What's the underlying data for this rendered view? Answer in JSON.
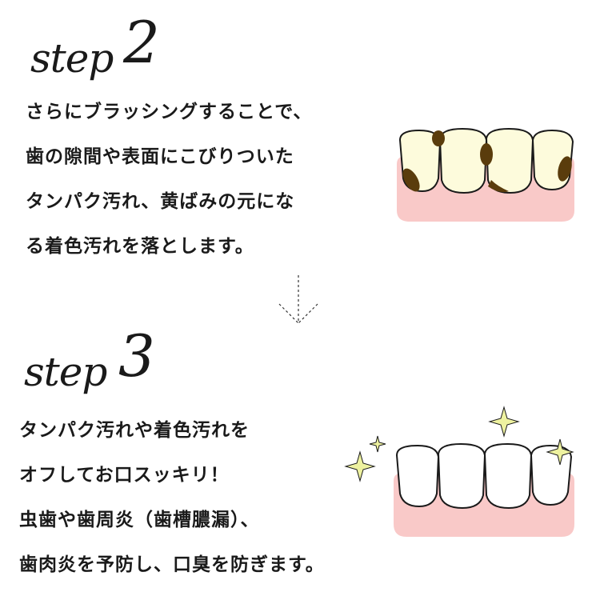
{
  "steps": [
    {
      "script_label": "step",
      "number": "2",
      "lines": [
        "さらにブラッシングすることで、",
        "歯の隙間や表面にこびりついた",
        "タンパク汚れ、黄ばみの元にな",
        "る着色汚れを落とします。"
      ],
      "illustration": "stained-teeth-icon"
    },
    {
      "script_label": "step",
      "number": "3",
      "lines": [
        "タンパク汚れや着色汚れを",
        "オフしてお口スッキリ！",
        "虫歯や歯周炎（歯槽膿漏）、",
        "歯肉炎を予防し、口臭を防ぎます。"
      ],
      "illustration": "clean-teeth-icon"
    }
  ],
  "divider_icon": "dashed-down-arrow-icon",
  "colors": {
    "gum": "#f9c9c8",
    "stained_tooth": "#fdfbdc",
    "stain": "#5a3c0c",
    "clean_tooth": "#ffffff",
    "sparkle": "#eef2a0",
    "outline": "#1a1a1a"
  }
}
